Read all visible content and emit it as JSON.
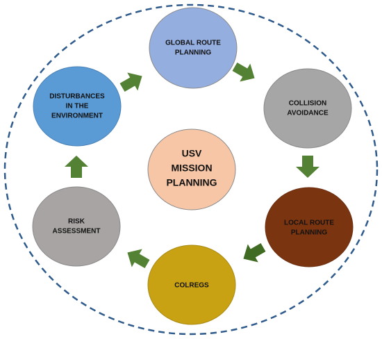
{
  "diagram": {
    "center": {
      "lines": [
        "USV",
        "MISSION",
        "PLANNING"
      ],
      "fill": "#F7C6A6"
    },
    "nodes": [
      {
        "id": "global",
        "lines": [
          "GLOBAL ROUTE",
          "PLANNING"
        ],
        "fill": "#94AEE0",
        "text_color": "#111111"
      },
      {
        "id": "collision",
        "lines": [
          "COLLISION",
          "AVOIDANCE"
        ],
        "fill": "#A6A6A6",
        "text_color": "#111111"
      },
      {
        "id": "local",
        "lines": [
          "LOCAL ROUTE",
          "PLANNING"
        ],
        "fill": "#7A3410",
        "text_color": "#111111"
      },
      {
        "id": "colregs",
        "lines": [
          "COLREGS"
        ],
        "fill": "#C9A214",
        "text_color": "#111111"
      },
      {
        "id": "risk",
        "lines": [
          "RISK",
          "ASSESSMENT"
        ],
        "fill": "#A9A4A4",
        "text_color": "#111111"
      },
      {
        "id": "disturbances",
        "lines": [
          "DISTURBANCES",
          "IN THE",
          "ENVIRONMENT"
        ],
        "fill": "#5B9BD5",
        "text_color": "#111111"
      }
    ],
    "arrow_color": "#548235",
    "arrow_color_dark": "#3F6B22",
    "outline_color": "#2E5A8C"
  }
}
